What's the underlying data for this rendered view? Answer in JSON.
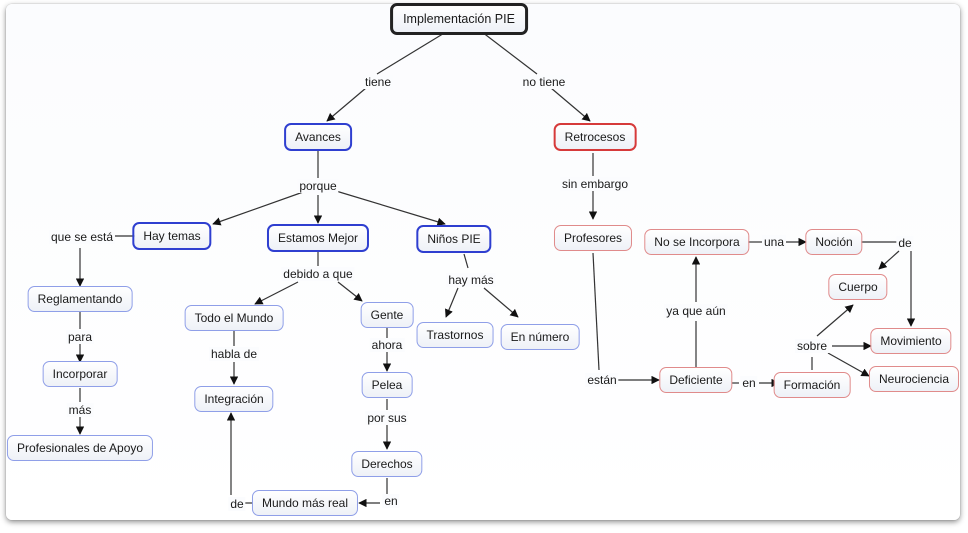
{
  "nodes": {
    "implementacion": "Implementación PIE",
    "avances": "Avances",
    "retrocesos": "Retrocesos",
    "hay_temas": "Hay temas",
    "estamos_mejor": "Estamos Mejor",
    "ninos_pie": "Niños PIE",
    "profesores": "Profesores",
    "no_se_incorpora": "No se Incorpora",
    "nocion": "Noción",
    "cuerpo": "Cuerpo",
    "movimiento": "Movimiento",
    "neurociencia": "Neurociencia",
    "formacion": "Formación",
    "deficiente": "Deficiente",
    "reglamentando": "Reglamentando",
    "incorporar": "Incorporar",
    "profesionales": "Profesionales de Apoyo",
    "todo_el_mundo": "Todo el Mundo",
    "integracion": "Integración",
    "gente": "Gente",
    "pelea": "Pelea",
    "derechos": "Derechos",
    "mundo_real": "Mundo más real",
    "trastornos": "Trastornos",
    "en_numero": "En número"
  },
  "links": {
    "tiene": "tiene",
    "no_tiene": "no tiene",
    "porque": "porque",
    "sin_embargo": "sin embargo",
    "que_se_esta": "que se está",
    "para": "para",
    "mas": "más",
    "debido_a_que": "debido a que",
    "habla_de": "habla de",
    "ahora": "ahora",
    "por_sus": "por sus",
    "en_derechos": "en",
    "de_mundo": "de",
    "hay_mas": "hay más",
    "estan": "están",
    "en_formacion": "en",
    "ya_que_aun": "ya que aún",
    "una": "una",
    "de_nocion": "de",
    "sobre": "sobre"
  },
  "colors": {
    "blue_border": "#8f9fe8",
    "blue_bold_border": "#2f3fd0",
    "red_border": "#e08b8b",
    "red_bold_border": "#d63a3a",
    "root_border": "#222222"
  }
}
